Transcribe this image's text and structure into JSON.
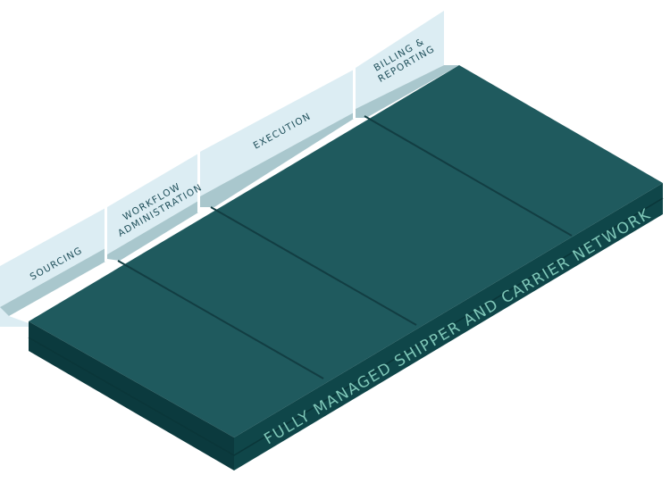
{
  "diagram": {
    "segments": [
      {
        "line1": "SOURCING",
        "line2": ""
      },
      {
        "line1": "WORKFLOW",
        "line2": "ADMINISTRATION"
      },
      {
        "line1": "EXECUTION",
        "line2": ""
      },
      {
        "line1": "BILLING &",
        "line2": "REPORTING"
      }
    ],
    "base_label": "FULLY MANAGED SHIPPER AND CARRIER NETWORK"
  },
  "colors": {
    "platform_top": "#1f5a5e",
    "platform_front": "#0f4649",
    "platform_side": "#0b3a3e",
    "divider": "#123d42",
    "panel_face": "#dcedf3",
    "panel_shadow": "#a9c7cd",
    "panel_text": "#1f4f5a",
    "base_text": "#7fc7b8"
  }
}
